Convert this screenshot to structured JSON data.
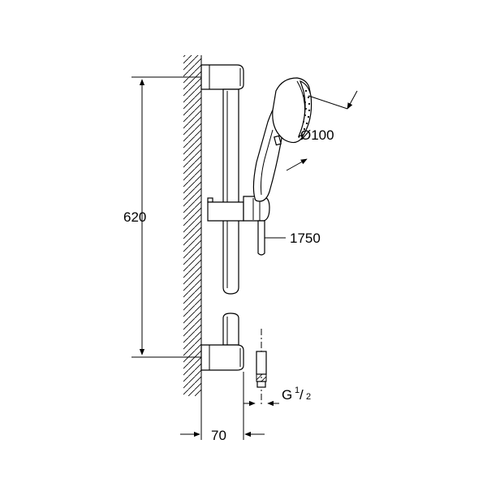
{
  "dimensions": {
    "rail_length": "620",
    "head_diameter": "Ø100",
    "hose_length": "1750",
    "wall_offset": "70",
    "connection_prefix": "G",
    "connection_numerator": "1",
    "connection_denominator": "2"
  },
  "colors": {
    "line": "#000000",
    "background": "#ffffff"
  }
}
